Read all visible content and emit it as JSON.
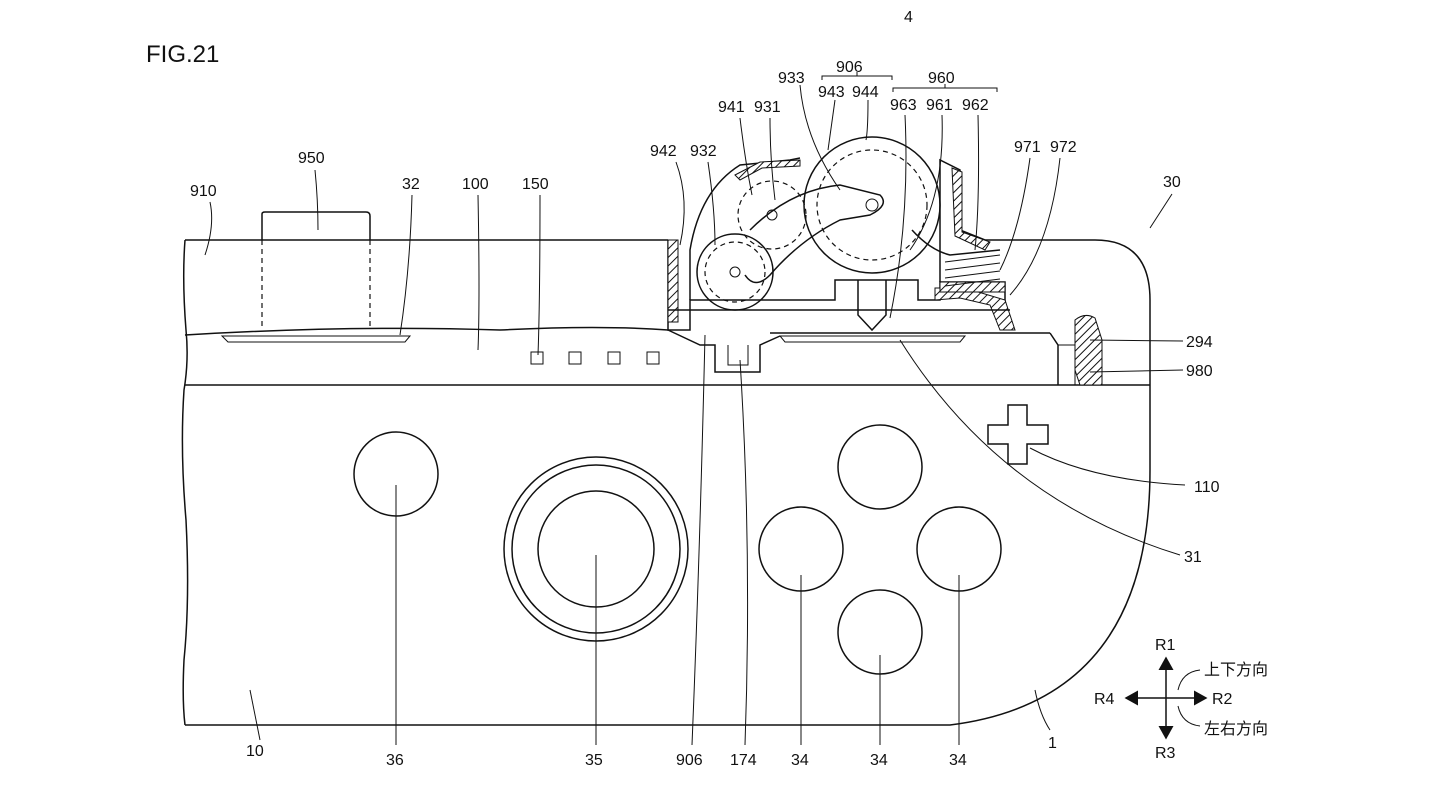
{
  "figure": {
    "title": "FIG.21",
    "top_label": "4"
  },
  "labels": {
    "l910": "910",
    "l950": "950",
    "l32": "32",
    "l100": "100",
    "l150": "150",
    "l942": "942",
    "l932": "932",
    "l941": "941",
    "l931": "931",
    "l933": "933",
    "l906top": "906",
    "l943": "943",
    "l944": "944",
    "l960": "960",
    "l963": "963",
    "l961": "961",
    "l962": "962",
    "l971": "971",
    "l972": "972",
    "l30": "30",
    "l294": "294",
    "l980": "980",
    "l110": "110",
    "l31": "31",
    "l10": "10",
    "l36": "36",
    "l35": "35",
    "l906": "906",
    "l174": "174",
    "l34a": "34",
    "l34b": "34",
    "l34c": "34",
    "l1": "1"
  },
  "direction_legend": {
    "r1": "R1",
    "r2": "R2",
    "r3": "R3",
    "r4": "R4",
    "vertical": "上下方向",
    "horizontal": "左右方向"
  }
}
